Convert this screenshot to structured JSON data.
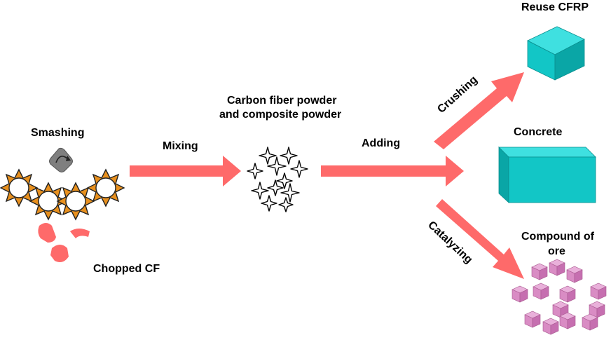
{
  "labels": {
    "smashing": "Smashing",
    "chopped_cf": "Chopped CF",
    "mixing": "Mixing",
    "powder_line1": "Carbon fiber powder",
    "powder_line2": "and composite powder",
    "adding": "Adding",
    "crushing": "Crushing",
    "catalyzing": "Catalyzing",
    "reuse_cfrp": "Reuse CFRP",
    "concrete": "Concrete",
    "compound_line1": "Compound of",
    "compound_line2": "ore"
  },
  "icons": {
    "crusher": "crusher-rollers-icon",
    "rotation": "rotation-arrow-icon",
    "chopped": "chopped-fiber-pieces-icon",
    "powder": "powder-sparkles-icon",
    "cube": "cube-icon",
    "block": "concrete-block-icon",
    "ore": "ore-cubes-icon"
  },
  "colors": {
    "arrow": "#fe6a6a",
    "teal_front": "#12c6c6",
    "teal_top": "#3fe0e0",
    "teal_side": "#0aa6a6",
    "ore_front": "#d98cc4",
    "ore_top": "#e9b0da",
    "ore_side": "#c66fb0",
    "gear": "#e8901e"
  }
}
